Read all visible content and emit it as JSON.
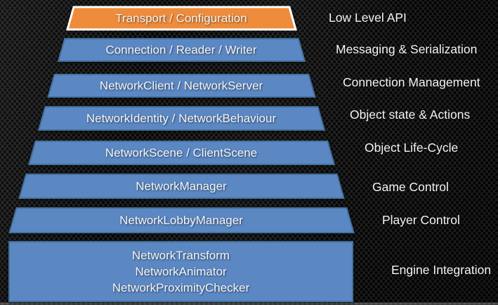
{
  "diagram": {
    "description": "Layered networking API architecture pyramid",
    "layers": [
      {
        "box_label": "Transport / Configuration",
        "side_label": "Low Level API",
        "fill": "#EE8C3C",
        "stroke": "#FFFFFF"
      },
      {
        "box_label": "Connection / Reader / Writer",
        "side_label": "Messaging & Serialization",
        "fill": "#5B87C3",
        "stroke": "#41719C"
      },
      {
        "box_label": "NetworkClient / NetworkServer",
        "side_label": "Connection Management",
        "fill": "#5B87C3",
        "stroke": "#41719C"
      },
      {
        "box_label": "NetworkIdentity / NetworkBehaviour",
        "side_label": "Object state & Actions",
        "fill": "#5B87C3",
        "stroke": "#41719C"
      },
      {
        "box_label": "NetworkScene / ClientScene",
        "side_label": "Object Life-Cycle",
        "fill": "#5B87C3",
        "stroke": "#41719C"
      },
      {
        "box_label": "NetworkManager",
        "side_label": "Game Control",
        "fill": "#5B87C3",
        "stroke": "#41719C"
      },
      {
        "box_label": "NetworkLobbyManager",
        "side_label": "Player Control",
        "fill": "#5B87C3",
        "stroke": "#41719C"
      },
      {
        "box_lines": [
          "NetworkTransform",
          "NetworkAnimator",
          "NetworkProximityChecker"
        ],
        "side_label": "Engine Integration",
        "fill": "#5B87C3",
        "stroke": "#41719C"
      }
    ]
  },
  "colors": {
    "text": "#F5F5F5",
    "accent_orange": "#EE8C3C",
    "accent_blue": "#5B87C3",
    "blue_border": "#41719C",
    "orange_border": "#FFFFFF",
    "background_base": "#232323",
    "background_dot": "#050505"
  }
}
